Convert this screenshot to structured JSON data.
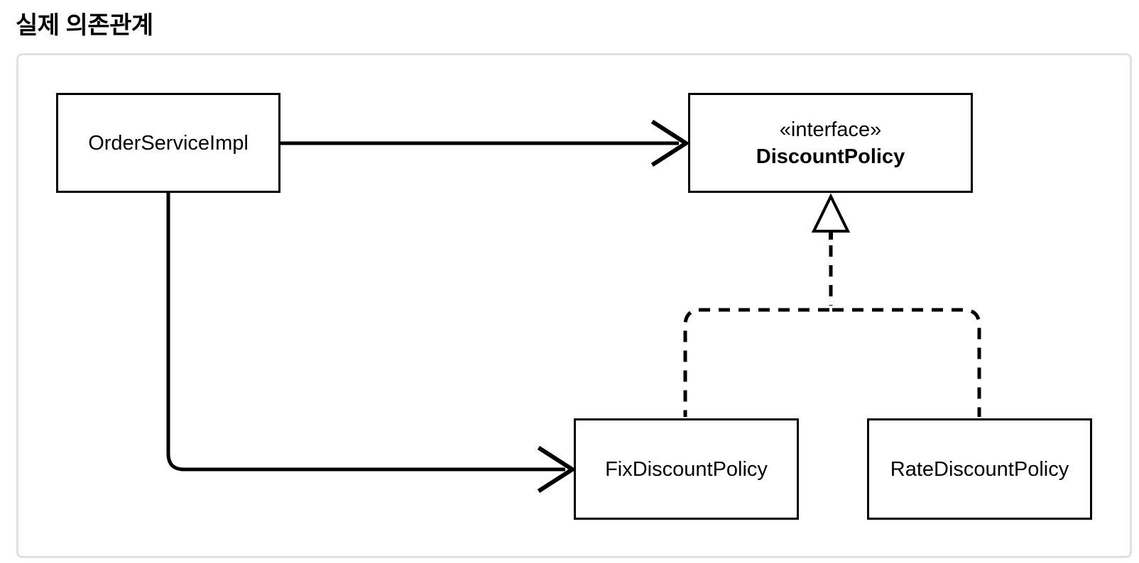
{
  "title": "실제 의존관계",
  "diagram": {
    "nodes": {
      "order_service": {
        "label": "OrderServiceImpl"
      },
      "discount_policy": {
        "stereotype": "«interface»",
        "label": "DiscountPolicy"
      },
      "fix_discount": {
        "label": "FixDiscountPolicy"
      },
      "rate_discount": {
        "label": "RateDiscountPolicy"
      }
    },
    "edges": [
      {
        "from": "OrderServiceImpl",
        "to": "DiscountPolicy",
        "type": "dependency",
        "style": "solid-open-arrow"
      },
      {
        "from": "OrderServiceImpl",
        "to": "FixDiscountPolicy",
        "type": "dependency",
        "style": "solid-open-arrow"
      },
      {
        "from": "FixDiscountPolicy",
        "to": "DiscountPolicy",
        "type": "realization",
        "style": "dashed-hollow-triangle"
      },
      {
        "from": "RateDiscountPolicy",
        "to": "DiscountPolicy",
        "type": "realization",
        "style": "dashed-hollow-triangle"
      }
    ],
    "colors": {
      "line": "#000000",
      "node_border": "#000000",
      "node_fill": "#ffffff",
      "text": "#000000",
      "canvas_border": "#e1e1e1",
      "background": "#ffffff"
    }
  }
}
